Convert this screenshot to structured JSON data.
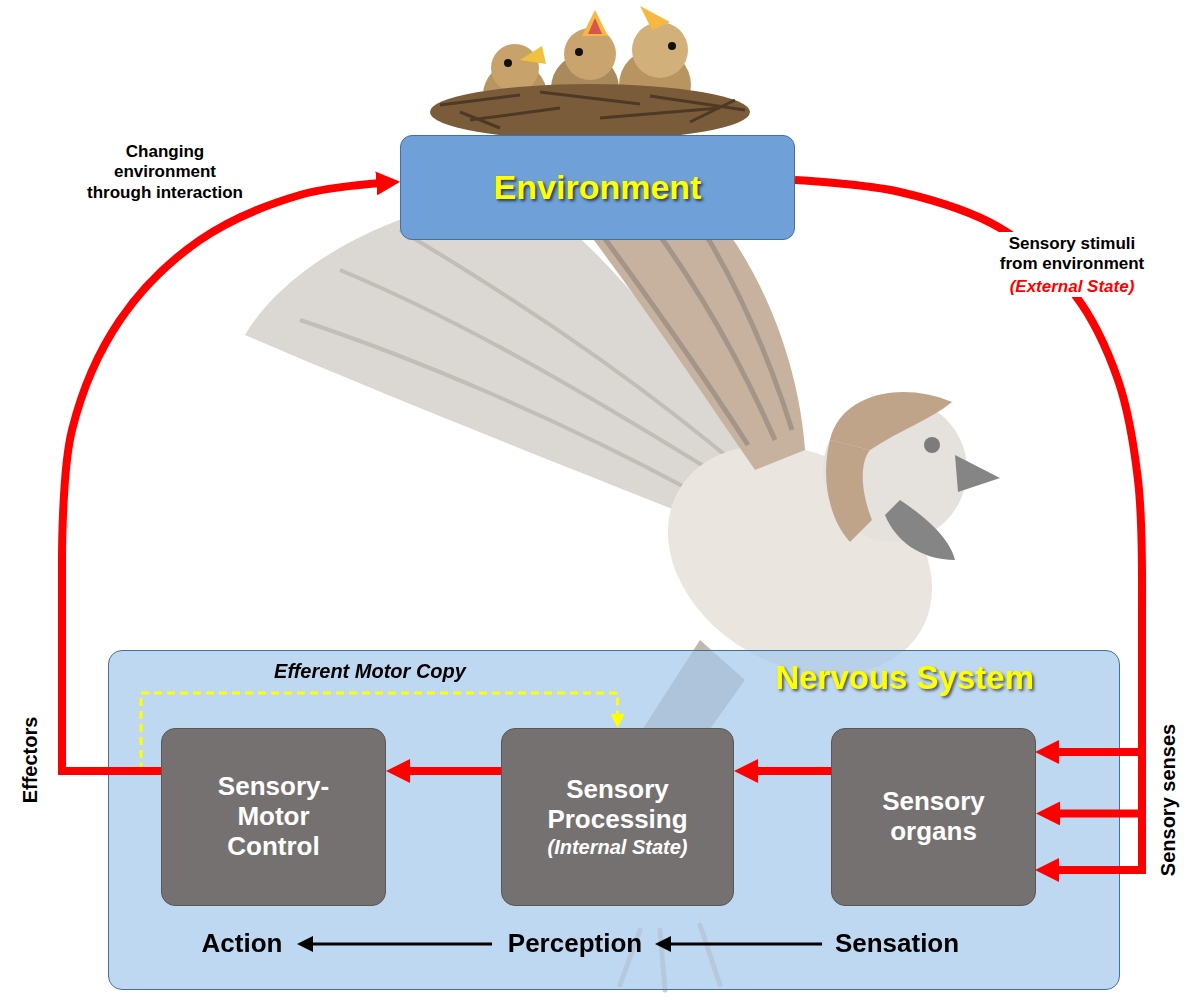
{
  "diagram": {
    "nodes": [
      {
        "text": [
          "Environment"
        ]
      },
      {
        "text": [
          "Nervous System"
        ]
      },
      {
        "text": [
          "Sensory-Motor Control"
        ],
        "in": 1
      },
      {
        "text": [
          "Sensory Processing",
          "(Internal State)"
        ],
        "in": 1
      },
      {
        "text": [
          "Sensory organs"
        ],
        "in": 1
      }
    ],
    "edges": [
      {
        "from": 4,
        "to": 3,
        "arrow": "to"
      },
      {
        "from": 3,
        "to": 2,
        "arrow": "to"
      },
      {
        "from": 2,
        "to": 3,
        "arrow": "to",
        "label": "Efferent Motor Copy"
      },
      {
        "from": 0,
        "to": 4,
        "arrow": "to"
      },
      {
        "from": 2,
        "to": 0,
        "arrow": "to"
      }
    ],
    "labels": [
      "Changing environment through interaction",
      "Sensory stimuli from environment",
      "(External State)",
      "Effectors",
      "Sensory senses",
      "Action",
      "Perception",
      "Sensation"
    ]
  }
}
